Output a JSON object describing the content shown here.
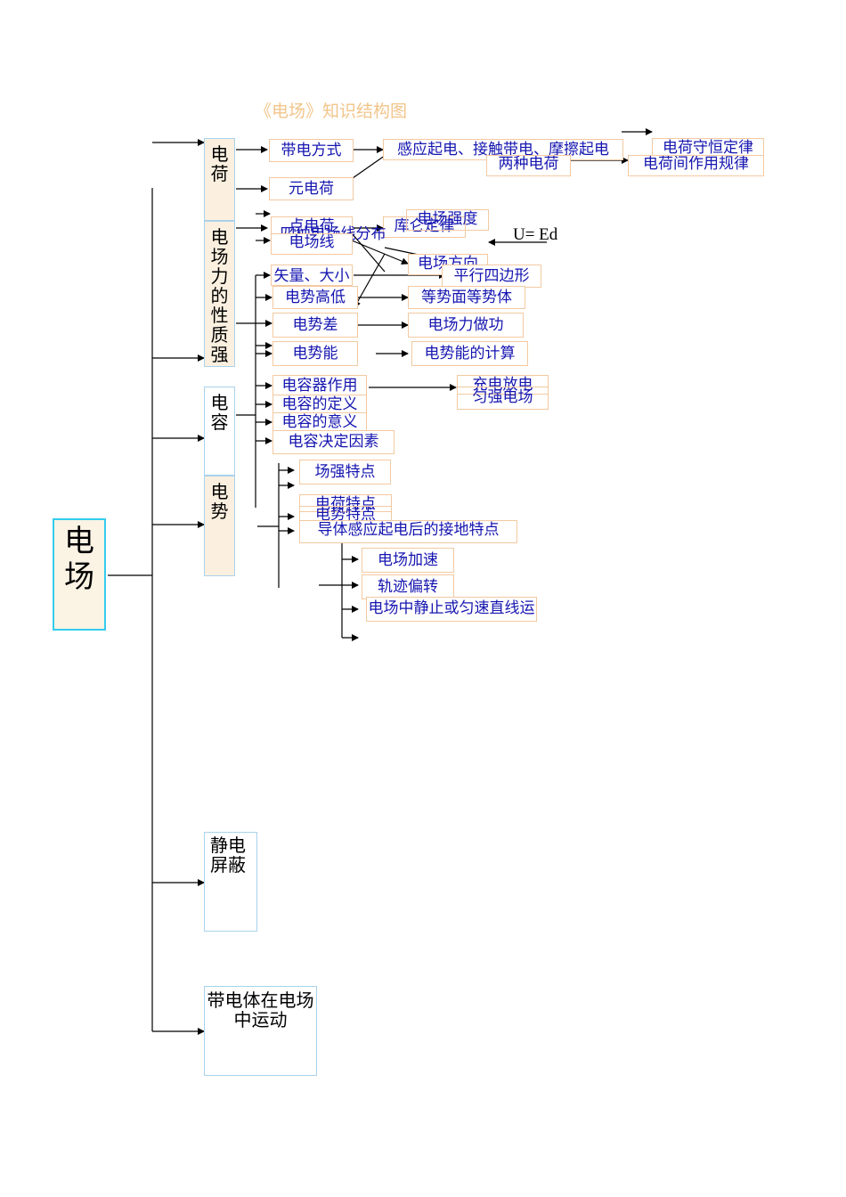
{
  "title": "《电场》知识结构图",
  "root": "电场",
  "categories": {
    "charge": "电荷",
    "force_nature": "电场力的性质强",
    "capacitor": "电容",
    "potential": "电势",
    "shielding": "静电屏蔽",
    "motion": "带电体在电场中运动"
  },
  "nodes": {
    "charging_methods": "带电方式",
    "charging_types": "感应起电、接触带电、摩擦起电",
    "two_charges": "两种电荷",
    "conservation": "电荷守恒定律",
    "interaction_law": "电荷间作用规律",
    "elementary_charge": "元电荷",
    "point_charge": "点电荷",
    "coulomb_law": "库仑定律",
    "field_strength": "电场强度",
    "four_field_lines": "四种电场线分布",
    "field_line": "电场线",
    "field_direction": "电场方向",
    "vector_magnitude": "矢量、大小",
    "parallelogram": "平行四边形",
    "potential_level": "电势高低",
    "equipotential": "等势面等势体",
    "potential_difference": "电势差",
    "field_work": "电场力做功",
    "potential_energy": "电势能",
    "pe_calculation": "电势能的计算",
    "capacitor_function": "电容器作用",
    "charge_discharge": "充电放电",
    "uniform_field": "匀强电场",
    "cap_definition": "电容的定义",
    "cap_meaning": "电容的意义",
    "cap_factors": "电容决定因素",
    "field_feature": "场强特点",
    "charge_feature": "电荷特点",
    "potential_feature": "电势特点",
    "grounding_feature": "导体感应起电后的接地特点",
    "acceleration": "电场加速",
    "deflection": "轨迹偏转",
    "static_motion": "电场中静止或匀速直线运动"
  },
  "formula": "U= Ed"
}
